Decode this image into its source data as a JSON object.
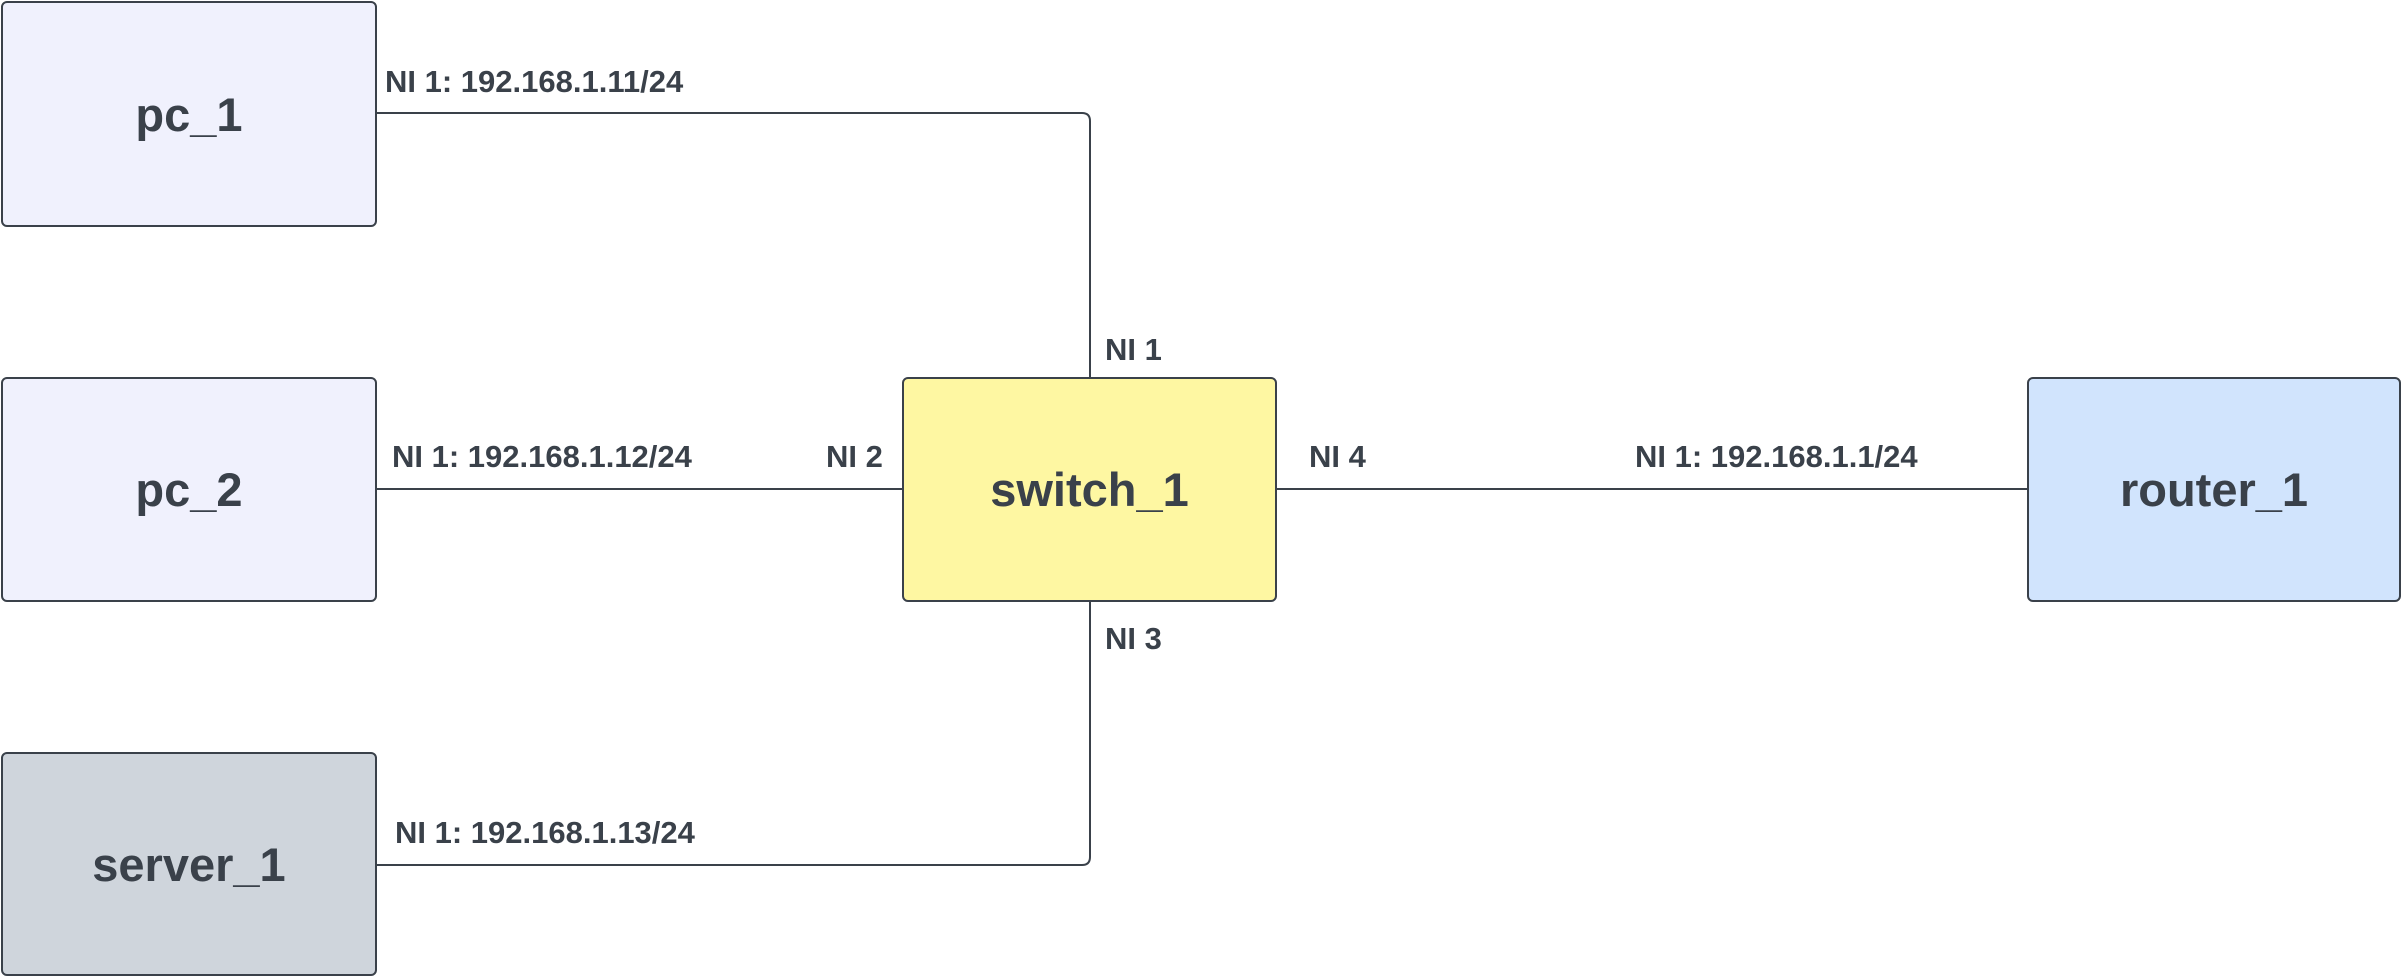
{
  "colors": {
    "line": "#3a414a",
    "text": "#3a414a",
    "pc_fill": "#f0f1fd",
    "switch_fill": "#fef7a2",
    "router_fill": "#d1e4fd",
    "server_fill": "#cfd5dc"
  },
  "nodes": {
    "pc_1": {
      "label": "pc_1"
    },
    "pc_2": {
      "label": "pc_2"
    },
    "server_1": {
      "label": "server_1"
    },
    "switch_1": {
      "label": "switch_1"
    },
    "router_1": {
      "label": "router_1"
    }
  },
  "links": [
    {
      "from": "pc_1",
      "to": "switch_1",
      "from_label": "NI 1: 192.168.1.11/24",
      "to_label": "NI 1"
    },
    {
      "from": "pc_2",
      "to": "switch_1",
      "from_label": "NI 1: 192.168.1.12/24",
      "to_label": "NI 2"
    },
    {
      "from": "server_1",
      "to": "switch_1",
      "from_label": "NI 1: 192.168.1.13/24",
      "to_label": "NI 3"
    },
    {
      "from": "switch_1",
      "to": "router_1",
      "from_label": "NI 4",
      "to_label": "NI 1: 192.168.1.1/24"
    }
  ]
}
